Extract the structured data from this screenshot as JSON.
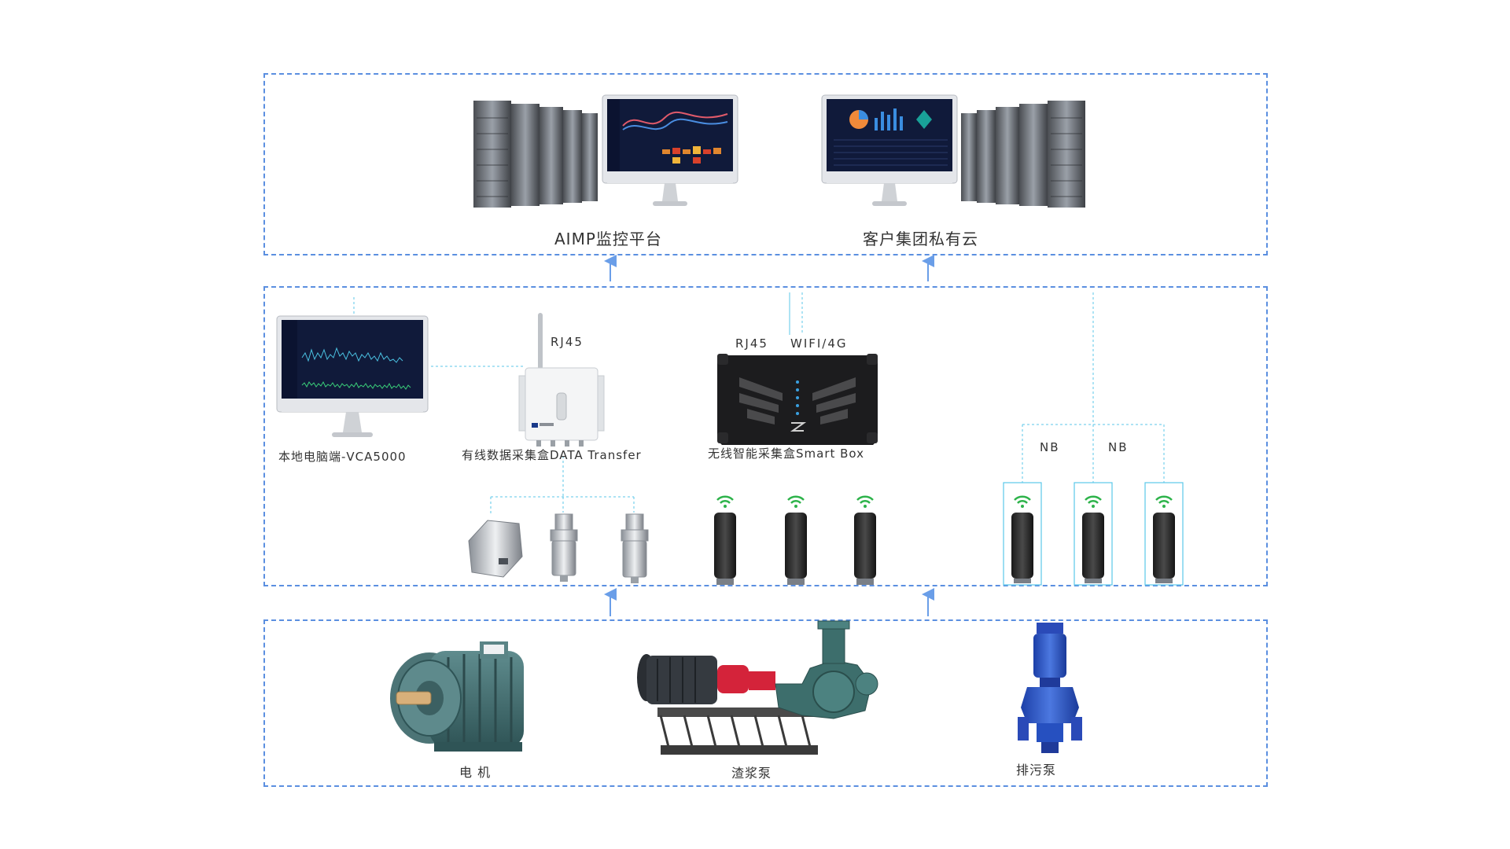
{
  "layers": {
    "cloud": {
      "platform_label": "AIMP监控平台",
      "private_cloud_label": "客户集团私有云"
    },
    "gateway": {
      "local_pc_label": "本地电脑端-VCA5000",
      "wired_box_label": "有线数据采集盒DATA Transfer",
      "wireless_box_label": "无线智能采集盒Smart Box",
      "rj45_label_a": "RJ45",
      "rj45_label_b": "RJ45",
      "wifi_label": "WIFI/4G",
      "nb_label_a": "NB",
      "nb_label_b": "NB"
    },
    "equipment": {
      "motor_label": "电 机",
      "slurry_pump_label": "渣浆泵",
      "sewage_pump_label": "排污泵"
    }
  },
  "colors": {
    "panel_border": "#5b8fe0",
    "connector": "#5bc7e8",
    "arrow": "#6a9ee8",
    "wifi_signal": "#2db34a"
  }
}
